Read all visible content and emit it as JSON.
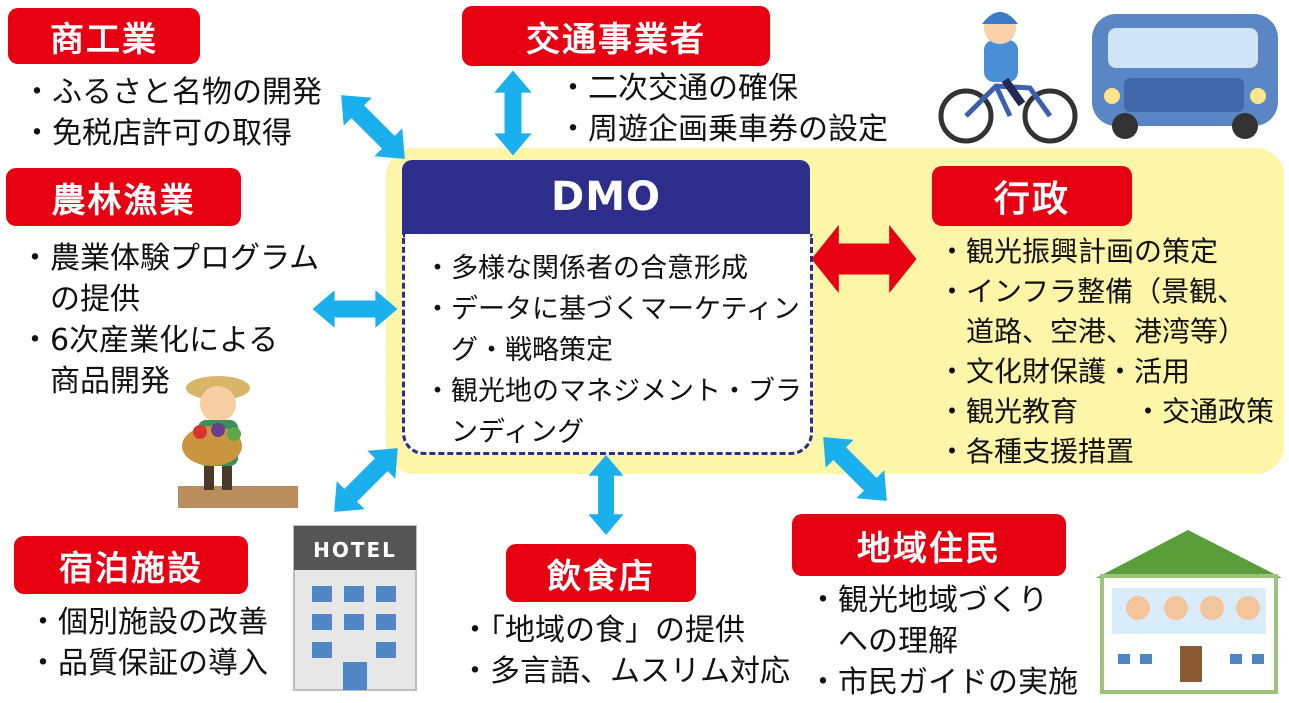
{
  "dmo": {
    "title": "DMO",
    "lines": [
      "・多様な関係者の合意形成",
      "・データに基づくマーケティン",
      "　グ・戦略策定",
      "・観光地のマネジメント・ブラ",
      "　ンディング"
    ]
  },
  "nodes": {
    "commerce": {
      "label": "商工業",
      "lines": [
        "・ふるさと名物の開発",
        "・免税店許可の取得"
      ]
    },
    "transport": {
      "label": "交通事業者",
      "lines": [
        "・二次交通の確保",
        "・周遊企画乗車券の設定"
      ]
    },
    "agriculture": {
      "label": "農林漁業",
      "lines": [
        "・農業体験プログラム",
        "　の提供",
        "・6次産業化による",
        "　商品開発"
      ]
    },
    "government": {
      "label": "行政",
      "lines": [
        "・観光振興計画の策定",
        "・インフラ整備（景観、",
        "　道路、空港、港湾等）",
        "・文化財保護・活用",
        "・観光教育　　・交通政策",
        "・各種支援措置"
      ]
    },
    "lodging": {
      "label": "宿泊施設",
      "lines": [
        "・個別施設の改善",
        "・品質保証の導入"
      ]
    },
    "restaurant": {
      "label": "飲食店",
      "lines": [
        "・「地域の食」の提供",
        "・多言語、ムスリム対応"
      ]
    },
    "residents": {
      "label": "地域住民",
      "lines": [
        "・観光地域づくり",
        "　への理解",
        "・市民ガイドの実施"
      ]
    }
  },
  "hotel_sign": "HOTEL",
  "colors": {
    "red": "#e60012",
    "navy": "#2d2d8c",
    "yellow": "#fdf6a8",
    "blue_arrow": "#1ab0ee"
  }
}
